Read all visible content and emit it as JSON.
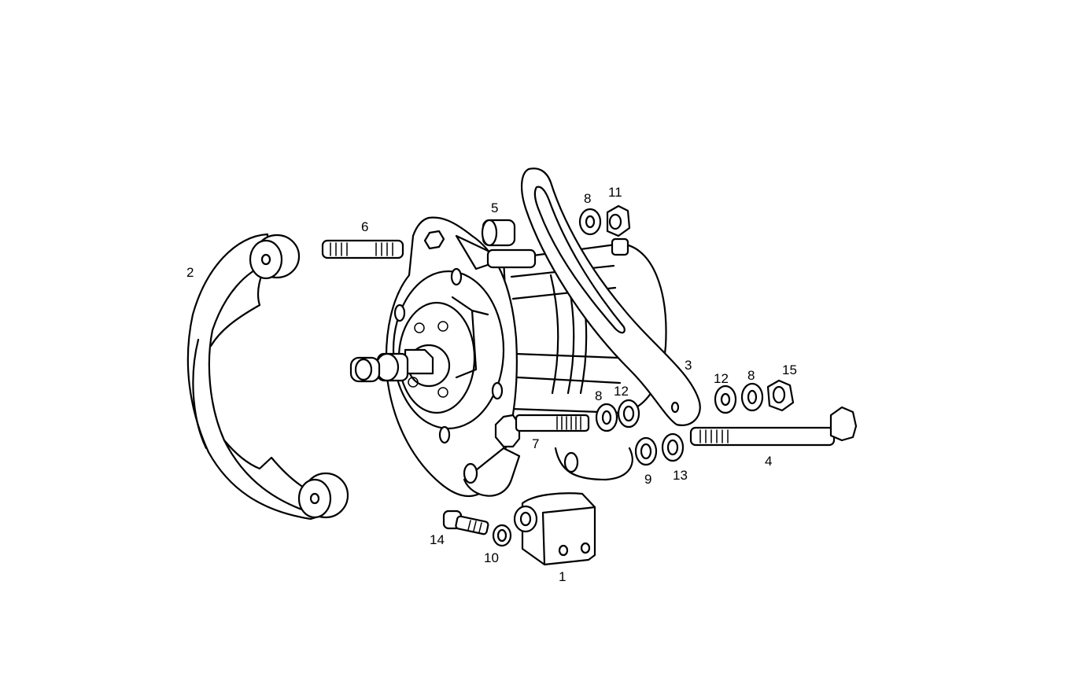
{
  "diagram": {
    "callouts": [
      {
        "id": "c1",
        "text": "1"
      },
      {
        "id": "c2",
        "text": "2"
      },
      {
        "id": "c3",
        "text": "3"
      },
      {
        "id": "c4",
        "text": "4"
      },
      {
        "id": "c5",
        "text": "5"
      },
      {
        "id": "c6",
        "text": "6"
      },
      {
        "id": "c7",
        "text": "7"
      },
      {
        "id": "c8a",
        "text": "8"
      },
      {
        "id": "c8b",
        "text": "8"
      },
      {
        "id": "c8c",
        "text": "8"
      },
      {
        "id": "c9",
        "text": "9"
      },
      {
        "id": "c10",
        "text": "10"
      },
      {
        "id": "c11",
        "text": "11"
      },
      {
        "id": "c12a",
        "text": "12"
      },
      {
        "id": "c12b",
        "text": "12"
      },
      {
        "id": "c13",
        "text": "13"
      },
      {
        "id": "c14",
        "text": "14"
      },
      {
        "id": "c15",
        "text": "15"
      }
    ]
  }
}
